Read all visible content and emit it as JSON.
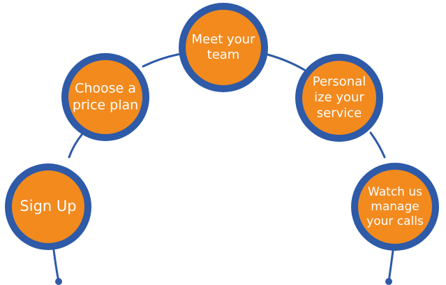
{
  "diagram": {
    "colors": {
      "ring": "#2E5AA8",
      "fill": "#F28A1E",
      "text": "#FFFFFF",
      "line": "#2E5AA8",
      "background": "#FFFFFF"
    },
    "steps": [
      {
        "id": "sign-up",
        "lines": [
          "Sign Up"
        ]
      },
      {
        "id": "choose-price-plan",
        "lines": [
          "Choose a",
          "price plan"
        ]
      },
      {
        "id": "meet-your-team",
        "lines": [
          "Meet your",
          "team"
        ]
      },
      {
        "id": "personalize-your-service",
        "lines": [
          "Personal",
          "ize your",
          "service"
        ]
      },
      {
        "id": "watch-us-manage-your-calls",
        "lines": [
          "Watch us",
          "manage",
          "your calls"
        ]
      }
    ]
  }
}
